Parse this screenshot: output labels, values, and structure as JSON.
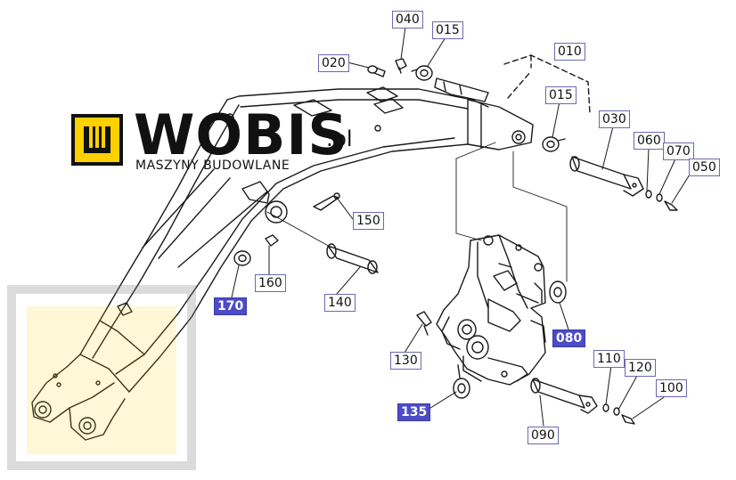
{
  "brand": {
    "name": "WOBIS",
    "tld": ".pl",
    "tagline": "MASZYNY BUDOWLANE"
  },
  "colors": {
    "highlight_label_bg": "#4c4cc7",
    "label_border": "#6a6ab0",
    "line": "#1a1a1a",
    "logo_yellow": "#fdd000"
  },
  "parts": [
    {
      "id": "p040",
      "number": "040",
      "highlight": false
    },
    {
      "id": "p015a",
      "number": "015",
      "highlight": false
    },
    {
      "id": "p020",
      "number": "020",
      "highlight": false
    },
    {
      "id": "p010",
      "number": "010",
      "highlight": false
    },
    {
      "id": "p015b",
      "number": "015",
      "highlight": false
    },
    {
      "id": "p030",
      "number": "030",
      "highlight": false
    },
    {
      "id": "p060",
      "number": "060",
      "highlight": false
    },
    {
      "id": "p070",
      "number": "070",
      "highlight": false
    },
    {
      "id": "p050",
      "number": "050",
      "highlight": false
    },
    {
      "id": "p150",
      "number": "150",
      "highlight": false
    },
    {
      "id": "p160",
      "number": "160",
      "highlight": false
    },
    {
      "id": "p170",
      "number": "170",
      "highlight": true
    },
    {
      "id": "p140",
      "number": "140",
      "highlight": false
    },
    {
      "id": "p080",
      "number": "080",
      "highlight": true
    },
    {
      "id": "p130",
      "number": "130",
      "highlight": false
    },
    {
      "id": "p110",
      "number": "110",
      "highlight": false
    },
    {
      "id": "p120",
      "number": "120",
      "highlight": false
    },
    {
      "id": "p100",
      "number": "100",
      "highlight": false
    },
    {
      "id": "p135",
      "number": "135",
      "highlight": true
    },
    {
      "id": "p090",
      "number": "090",
      "highlight": false
    }
  ]
}
